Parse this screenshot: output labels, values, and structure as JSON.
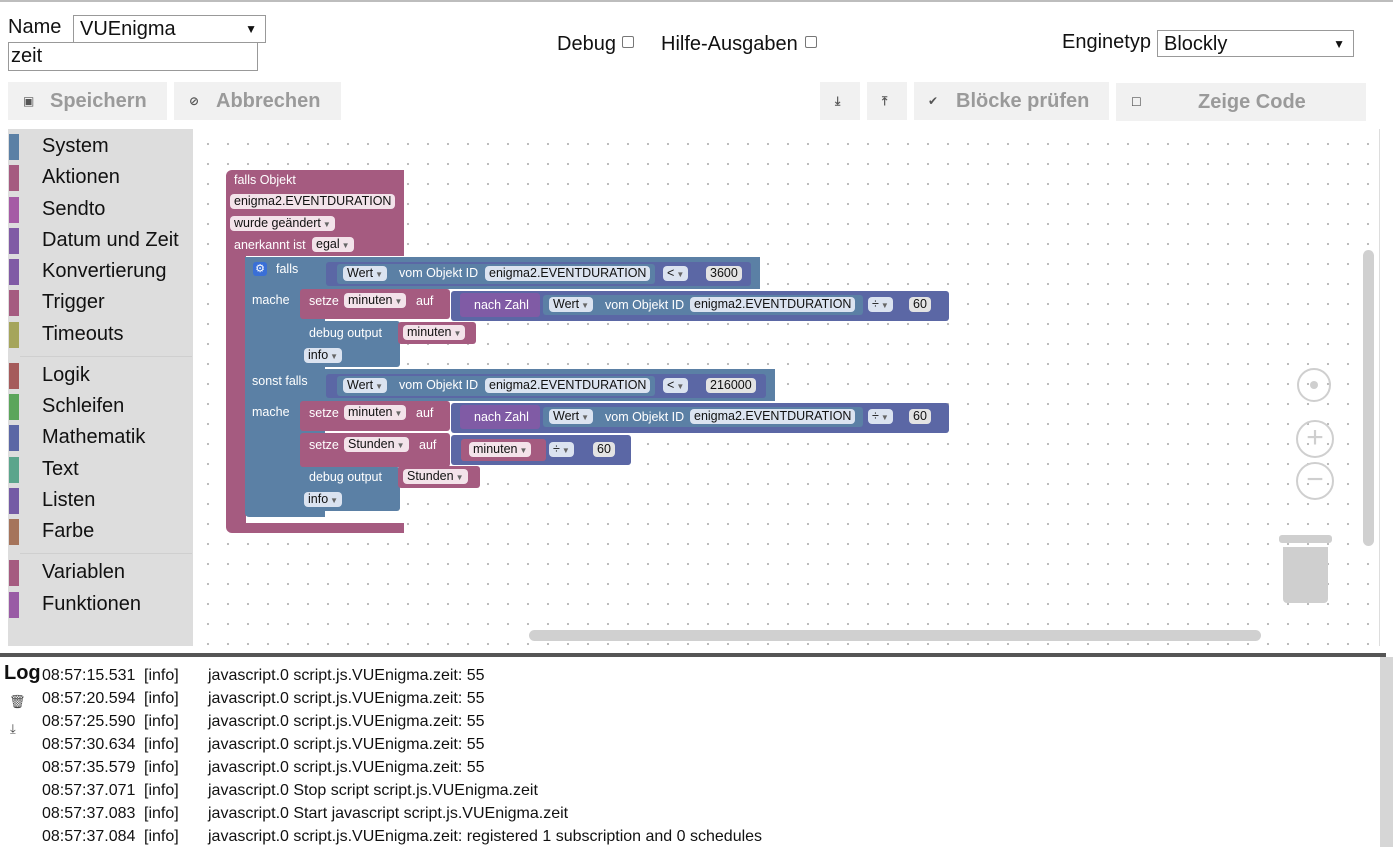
{
  "header": {
    "name_label": "Name",
    "name_select_value": "VUEnigma",
    "script_name_value": "zeit",
    "debug_label": "Debug",
    "hilfe_label": "Hilfe-Ausgaben",
    "enginetyp_label": "Enginetyp",
    "enginetyp_value": "Blockly"
  },
  "toolbar": {
    "save_label": "Speichern",
    "cancel_label": "Abbrechen",
    "check_label": "Blöcke prüfen",
    "code_label": "Zeige Code",
    "export_icon": "download-icon",
    "import_icon": "upload-icon"
  },
  "toolbox": {
    "items": [
      {
        "label": "System",
        "color": "#5b80a5"
      },
      {
        "label": "Aktionen",
        "color": "#a55b80"
      },
      {
        "label": "Sendto",
        "color": "#a55ba5"
      },
      {
        "label": "Datum und Zeit",
        "color": "#805ba5"
      },
      {
        "label": "Konvertierung",
        "color": "#805ba5"
      },
      {
        "label": "Trigger",
        "color": "#a55b80"
      },
      {
        "label": "Timeouts",
        "color": "#a5a55b"
      },
      {
        "label": "Logik",
        "color": "#a55b5b"
      },
      {
        "label": "Schleifen",
        "color": "#5ba55b"
      },
      {
        "label": "Mathematik",
        "color": "#5b67a5"
      },
      {
        "label": "Text",
        "color": "#5ba58c"
      },
      {
        "label": "Listen",
        "color": "#745ba5"
      },
      {
        "label": "Farbe",
        "color": "#a5745b"
      },
      {
        "label": "Variablen",
        "color": "#a55b80"
      },
      {
        "label": "Funktionen",
        "color": "#995ba5"
      }
    ]
  },
  "blocks": {
    "trigger_title": "falls Objekt",
    "trigger_object": "enigma2.EVENTDURATION",
    "trigger_change": "wurde geändert",
    "trigger_ack_label": "anerkannt ist",
    "trigger_ack_value": "egal",
    "if_label": "falls",
    "do_label": "mache",
    "elseif_label": "sonst falls",
    "wert": "Wert",
    "vom_objekt_id": "vom Objekt ID",
    "object_id": "enigma2.EVENTDURATION",
    "lt": "<",
    "div": "÷",
    "num_3600": "3600",
    "num_216000": "216000",
    "num_60": "60",
    "setze": "setze",
    "auf": "auf",
    "var_minuten": "minuten",
    "var_stunden": "Stunden",
    "nach_zahl": "nach Zahl",
    "debug_output": "debug output",
    "info": "info"
  },
  "log": {
    "title": "Log",
    "rows": [
      {
        "time": "08:57:15.531",
        "level": "[info]",
        "msg": "javascript.0 script.js.VUEnigma.zeit: 55"
      },
      {
        "time": "08:57:20.594",
        "level": "[info]",
        "msg": "javascript.0 script.js.VUEnigma.zeit: 55"
      },
      {
        "time": "08:57:25.590",
        "level": "[info]",
        "msg": "javascript.0 script.js.VUEnigma.zeit: 55"
      },
      {
        "time": "08:57:30.634",
        "level": "[info]",
        "msg": "javascript.0 script.js.VUEnigma.zeit: 55"
      },
      {
        "time": "08:57:35.579",
        "level": "[info]",
        "msg": "javascript.0 script.js.VUEnigma.zeit: 55"
      },
      {
        "time": "08:57:37.071",
        "level": "[info]",
        "msg": "javascript.0 Stop script script.js.VUEnigma.zeit"
      },
      {
        "time": "08:57:37.083",
        "level": "[info]",
        "msg": "javascript.0 Start javascript script.js.VUEnigma.zeit"
      },
      {
        "time": "08:57:37.084",
        "level": "[info]",
        "msg": "javascript.0 script.js.VUEnigma.zeit: registered 1 subscription and 0 schedules"
      }
    ]
  }
}
